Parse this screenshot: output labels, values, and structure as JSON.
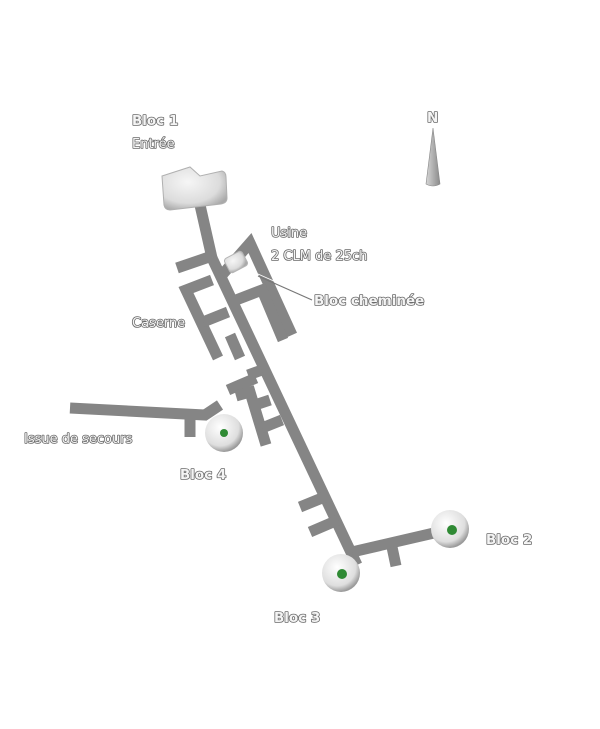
{
  "title": "Plan de l'ouvrage",
  "labels": {
    "bloc1": "Bloc 1",
    "entree": "Entrée",
    "usine": "Usine",
    "usine_detail": "2 CLM de 25ch",
    "bloc_cheminee": "Bloc cheminée",
    "caserne": "Caserne",
    "issue_secours": "Issue de secours",
    "bloc4": "Bloc 4",
    "bloc2": "Bloc 2",
    "bloc3": "Bloc 3",
    "north": "N"
  },
  "colors": {
    "gallery": "#858585",
    "block": "#e2e2e2",
    "turret": "#2f8a34",
    "label_fill": "#f4f4f4",
    "label_stroke": "#6a6a6a"
  }
}
